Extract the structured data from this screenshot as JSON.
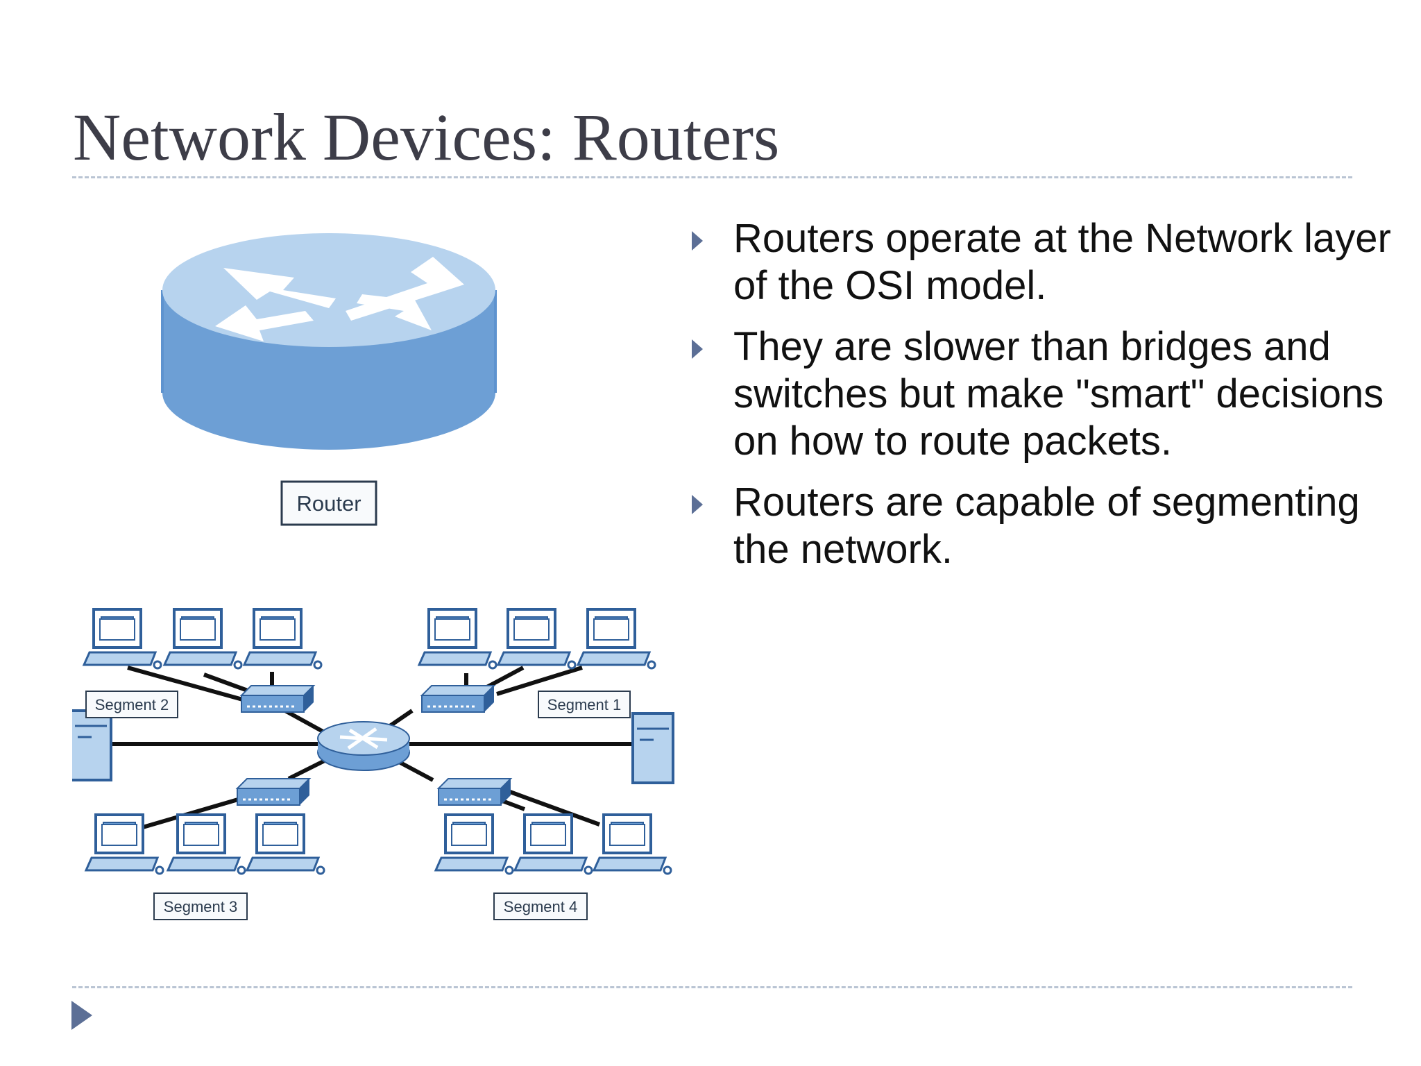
{
  "slide": {
    "title": "Network Devices: Routers",
    "bullets": [
      "Routers operate at the Network layer of the OSI model.",
      "They are slower than bridges and switches but make \"smart\" decisions on how to route packets.",
      "Routers are capable of segmenting the network."
    ]
  },
  "diagram": {
    "router_label": "Router",
    "segments": [
      "Segment 1",
      "Segment 2",
      "Segment 3",
      "Segment 4"
    ]
  },
  "colors": {
    "title": "#3d3d48",
    "accent": "#5c6f96",
    "divider": "#b9c4d3",
    "device_blue": "#6d9fd5",
    "device_light": "#b7d3ee",
    "device_outline": "#2f5f9a"
  }
}
